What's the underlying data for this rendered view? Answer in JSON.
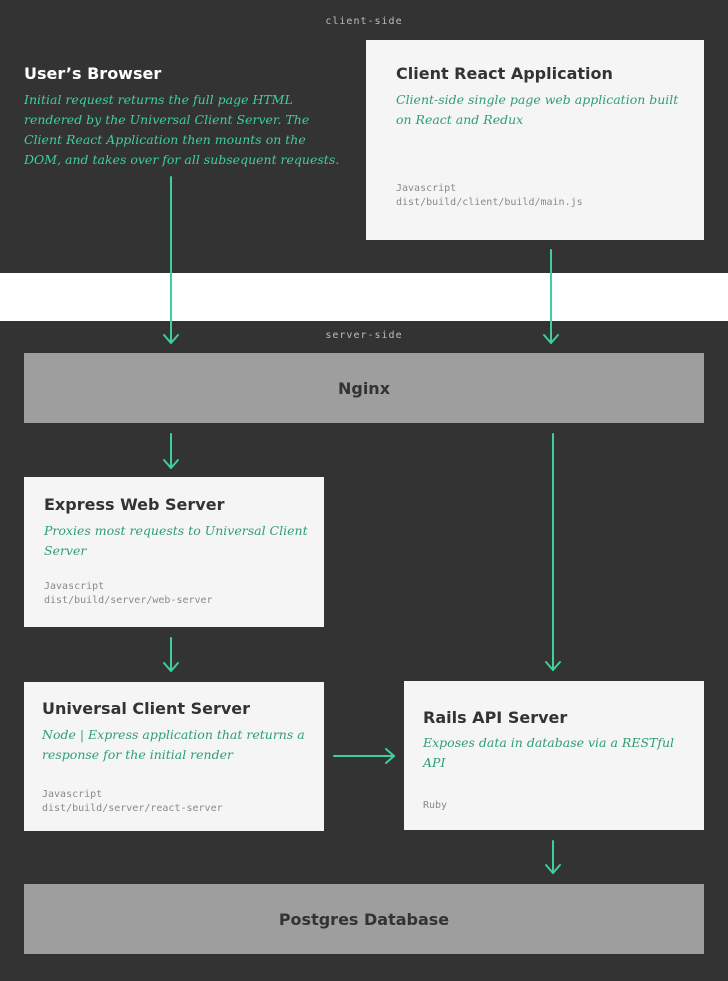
{
  "client_side": {
    "label": "client-side",
    "browser": {
      "title": "User’s Browser",
      "description": "Initial request returns the full page HTML rendered by the Universal Client Server. The Client React Application then mounts on the DOM, and takes over for all subsequent requests."
    },
    "react_app": {
      "title": "Client React Application",
      "description": "Client-side single page web application built on React and Redux",
      "language": "Javascript",
      "path": "dist/build/client/build/main.js"
    }
  },
  "server_side": {
    "label": "server-side",
    "nginx": {
      "title": "Nginx"
    },
    "express": {
      "title": "Express Web Server",
      "description": "Proxies most requests to Universal Client Server",
      "language": "Javascript",
      "path": "dist/build/server/web-server"
    },
    "universal": {
      "title": "Universal Client Server",
      "description": "Node | Express application that returns a response for the initial render",
      "language": "Javascript",
      "path": "dist/build/server/react-server"
    },
    "rails": {
      "title": "Rails API Server",
      "description": "Exposes data in database via a RESTful API",
      "language": "Ruby"
    },
    "postgres": {
      "title": "Postgres Database"
    }
  },
  "colors": {
    "background": "#333333",
    "card": "#f5f5f5",
    "bar": "#9e9e9e",
    "accent": "#3fcf98",
    "accent_text": "#2e9e72"
  }
}
